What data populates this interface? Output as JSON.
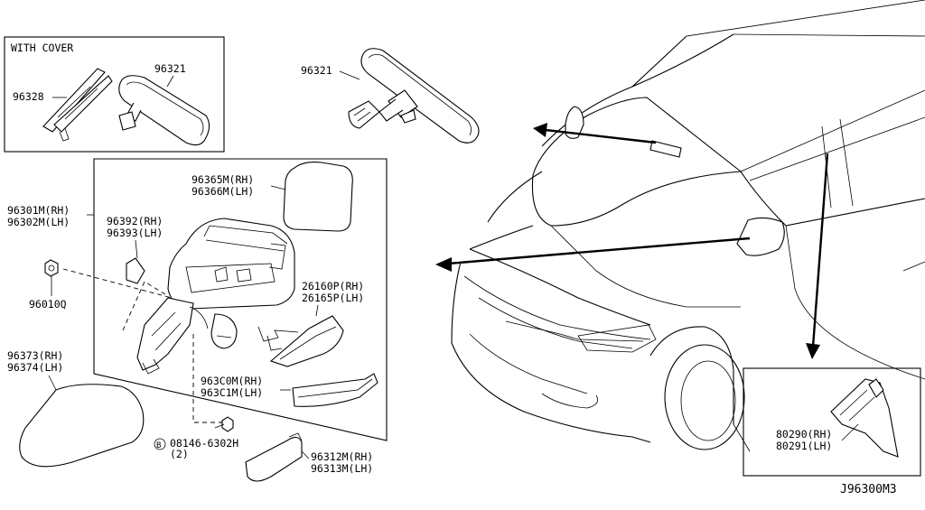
{
  "diagram": {
    "code": "J96300M3",
    "inset_cover": {
      "title": "WITH COVER",
      "parts": {
        "p96328": "96328",
        "p96321": "96321"
      }
    },
    "rearview": {
      "p96321": "96321"
    },
    "mirror_assy": {
      "p96301M": "96301M(RH)",
      "p96302M": "96302M(LH)",
      "p96365M": "96365M(RH)",
      "p96366M": "96366M(LH)",
      "p96392": "96392(RH)",
      "p96393": "96393(LH)",
      "p96010Q": "96010Q",
      "p26160P": "26160P(RH)",
      "p26165P": "26165P(LH)",
      "p963C0M": "963C0M(RH)",
      "p963C1M": "963C1M(LH)",
      "p96373": "96373(RH)",
      "p96374": "96374(LH)",
      "bolt_symbol": "B",
      "bolt": "08146-6302H",
      "bolt_qty": "(2)",
      "p96312M": "96312M(RH)",
      "p96313M": "96313M(LH)"
    },
    "inset_cover2": {
      "p80290": "80290(RH)",
      "p80291": "80291(LH)"
    }
  }
}
